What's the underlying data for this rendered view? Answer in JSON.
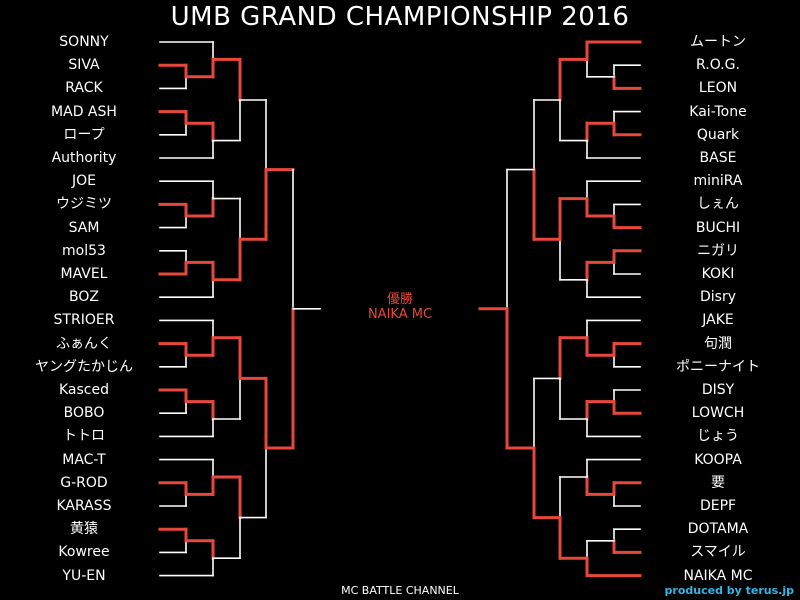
{
  "title": "UMB GRAND CHAMPIONSHIP 2016",
  "left_players": [
    "SONNY",
    "SIVA",
    "RACK",
    "MAD ASH",
    "ロープ",
    "Authority",
    "JOE",
    "ウジミツ",
    "SAM",
    "mol53",
    "MAVEL",
    "BOZ",
    "STRIOER",
    "ふぁんく",
    "ヤングたかじん",
    "Kasced",
    "BOBO",
    "トトロ",
    "MAC-T",
    "G-ROD",
    "KARASS",
    "黄猿",
    "Kowree",
    "YU-EN"
  ],
  "right_players": [
    "ムートン",
    "R.O.G.",
    "LEON",
    "Kai-Tone",
    "Quark",
    "BASE",
    "miniRA",
    "しぇん",
    "BUCHI",
    "ニガリ",
    "KOKI",
    "Disry",
    "JAKE",
    "句潤",
    "ポニーナイト",
    "DISY",
    "LOWCH",
    "じょう",
    "KOOPA",
    "要",
    "DEPF",
    "DOTAMA",
    "スマイル",
    "NAIKA MC"
  ],
  "winner": {
    "label": "優勝",
    "name": "NAIKA MC"
  },
  "footer": {
    "channel": "MC BATTLE CHANNEL",
    "credit": "produced by terus.jp"
  },
  "colors": {
    "background": "#000000",
    "text": "#ffffff",
    "loser_line": "#ffffff",
    "winner_line": "#e8473c",
    "credit": "#33b5e5"
  }
}
